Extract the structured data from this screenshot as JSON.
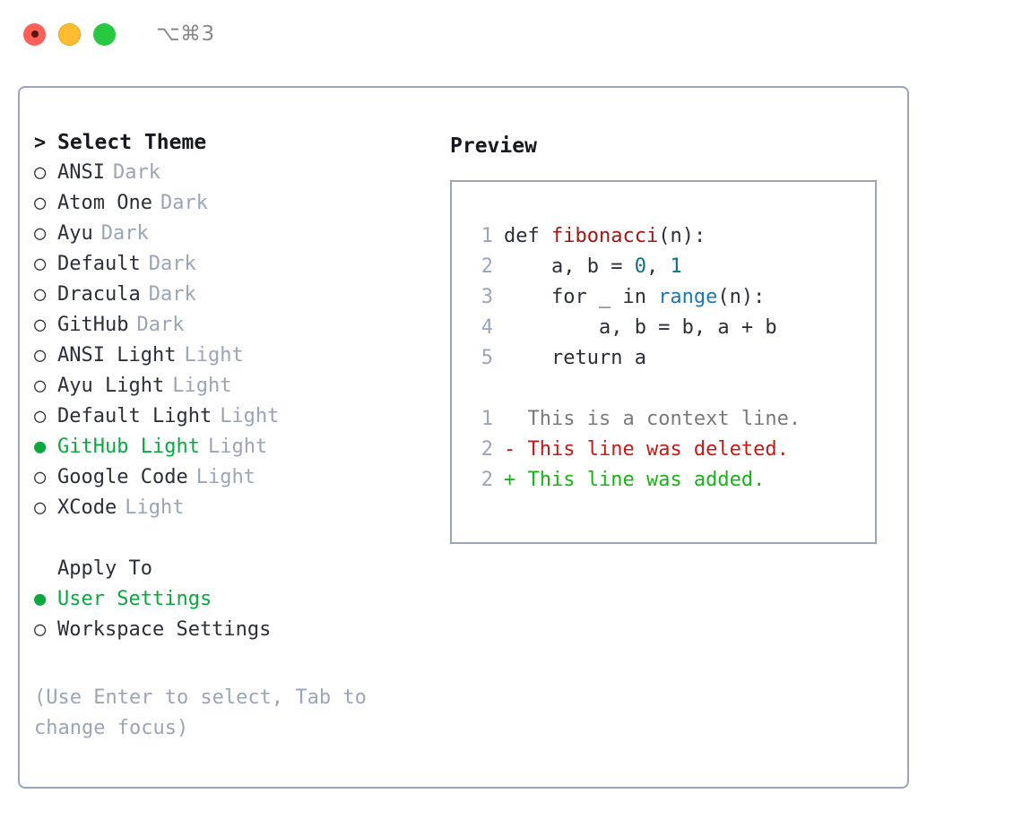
{
  "titlebar": {
    "shortcut": "⌥⌘3",
    "lights": [
      "close-red",
      "minimize-amber",
      "zoom-green"
    ]
  },
  "theme_picker": {
    "prompt_marker": ">",
    "header": "Select Theme",
    "radio_unselected": "○",
    "radio_selected": "●",
    "items": [
      {
        "marker": "○",
        "label": "ANSI",
        "suffix": "Dark",
        "selected": false
      },
      {
        "marker": "○",
        "label": "Atom One",
        "suffix": "Dark",
        "selected": false
      },
      {
        "marker": "○",
        "label": "Ayu",
        "suffix": "Dark",
        "selected": false
      },
      {
        "marker": "○",
        "label": "Default",
        "suffix": "Dark",
        "selected": false
      },
      {
        "marker": "○",
        "label": "Dracula",
        "suffix": "Dark",
        "selected": false
      },
      {
        "marker": "○",
        "label": "GitHub",
        "suffix": "Dark",
        "selected": false
      },
      {
        "marker": "○",
        "label": "ANSI Light",
        "suffix": "Light",
        "selected": false
      },
      {
        "marker": "○",
        "label": "Ayu Light",
        "suffix": "Light",
        "selected": false
      },
      {
        "marker": "○",
        "label": "Default Light",
        "suffix": "Light",
        "selected": false
      },
      {
        "marker": "●",
        "label": "GitHub Light",
        "suffix": "Light",
        "selected": true
      },
      {
        "marker": "○",
        "label": "Google Code",
        "suffix": "Light",
        "selected": false
      },
      {
        "marker": "○",
        "label": "XCode",
        "suffix": "Light",
        "selected": false
      }
    ]
  },
  "apply_to": {
    "header": "Apply To",
    "items": [
      {
        "marker": "●",
        "label": "User Settings",
        "selected": true
      },
      {
        "marker": "○",
        "label": "Workspace Settings",
        "selected": false
      }
    ]
  },
  "hint": "(Use Enter to select, Tab to change focus)",
  "preview": {
    "title": "Preview",
    "code_lines": [
      {
        "no": "1",
        "tokens": [
          {
            "t": "def ",
            "c": "plain"
          },
          {
            "t": "fibonacci",
            "c": "fn"
          },
          {
            "t": "(n):",
            "c": "plain"
          }
        ]
      },
      {
        "no": "2",
        "tokens": [
          {
            "t": "    a, b = ",
            "c": "plain"
          },
          {
            "t": "0",
            "c": "num"
          },
          {
            "t": ", ",
            "c": "plain"
          },
          {
            "t": "1",
            "c": "num"
          }
        ]
      },
      {
        "no": "3",
        "tokens": [
          {
            "t": "    for _ in ",
            "c": "plain"
          },
          {
            "t": "range",
            "c": "call"
          },
          {
            "t": "(n):",
            "c": "plain"
          }
        ]
      },
      {
        "no": "4",
        "tokens": [
          {
            "t": "        a, b = b, a + b",
            "c": "plain"
          }
        ]
      },
      {
        "no": "5",
        "tokens": [
          {
            "t": "    return a",
            "c": "plain"
          }
        ]
      }
    ],
    "diff_lines": [
      {
        "no": "1",
        "sign": "  ",
        "text": "This is a context line.",
        "kind": "context"
      },
      {
        "no": "2",
        "sign": "- ",
        "text": "This line was deleted.",
        "kind": "del"
      },
      {
        "no": "2",
        "sign": "+ ",
        "text": "This line was added.",
        "kind": "add"
      }
    ]
  },
  "colors": {
    "accent_green": "#0aa83f",
    "muted": "#9aa5b5",
    "text": "#2b2f3a",
    "border": "#9aa5b5",
    "diff_add": "#17b317",
    "diff_del": "#c41a16",
    "syntax_fn": "#a31515",
    "syntax_num": "#0b7285",
    "syntax_call": "#1878b5"
  }
}
